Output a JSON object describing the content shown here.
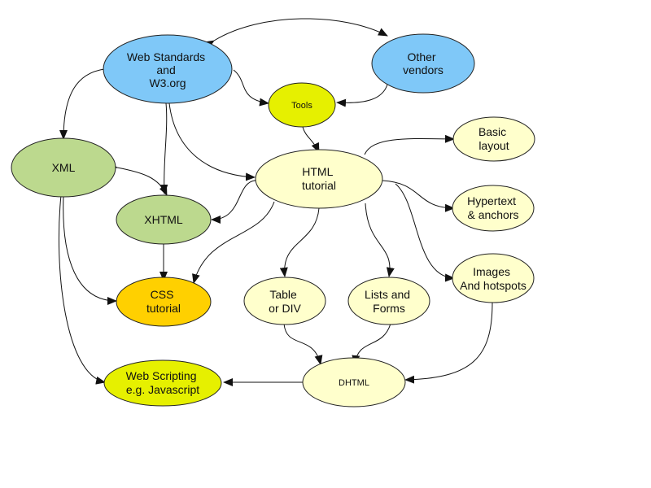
{
  "diagram": {
    "nodes": {
      "web_standards": {
        "lines": [
          "Web Standards",
          "and",
          "W3.org"
        ],
        "fill": "#7fc8f8"
      },
      "other_vendors": {
        "lines": [
          "Other",
          "vendors"
        ],
        "fill": "#7fc8f8"
      },
      "tools": {
        "lines": [
          "Tools"
        ],
        "fill": "#e6f000"
      },
      "xml": {
        "lines": [
          "XML"
        ],
        "fill": "#bcd98e"
      },
      "xhtml": {
        "lines": [
          "XHTML"
        ],
        "fill": "#bcd98e"
      },
      "html_tutorial": {
        "lines": [
          "HTML",
          "tutorial"
        ],
        "fill": "#ffffcc"
      },
      "basic_layout": {
        "lines": [
          "Basic",
          "layout"
        ],
        "fill": "#ffffcc"
      },
      "hypertext": {
        "lines": [
          "Hypertext",
          "&  anchors"
        ],
        "fill": "#ffffcc"
      },
      "images": {
        "lines": [
          "Images",
          "And hotspots"
        ],
        "fill": "#ffffcc"
      },
      "css_tutorial": {
        "lines": [
          "CSS",
          "tutorial"
        ],
        "fill": "#ffd000"
      },
      "table_div": {
        "lines": [
          "Table",
          "or DIV"
        ],
        "fill": "#ffffcc"
      },
      "lists_forms": {
        "lines": [
          "Lists and",
          "Forms"
        ],
        "fill": "#ffffcc"
      },
      "dhtml": {
        "lines": [
          "DHTML"
        ],
        "fill": "#ffffcc"
      },
      "web_scripting": {
        "lines": [
          "Web Scripting",
          "e.g. Javascript"
        ],
        "fill": "#e6f000"
      }
    }
  }
}
